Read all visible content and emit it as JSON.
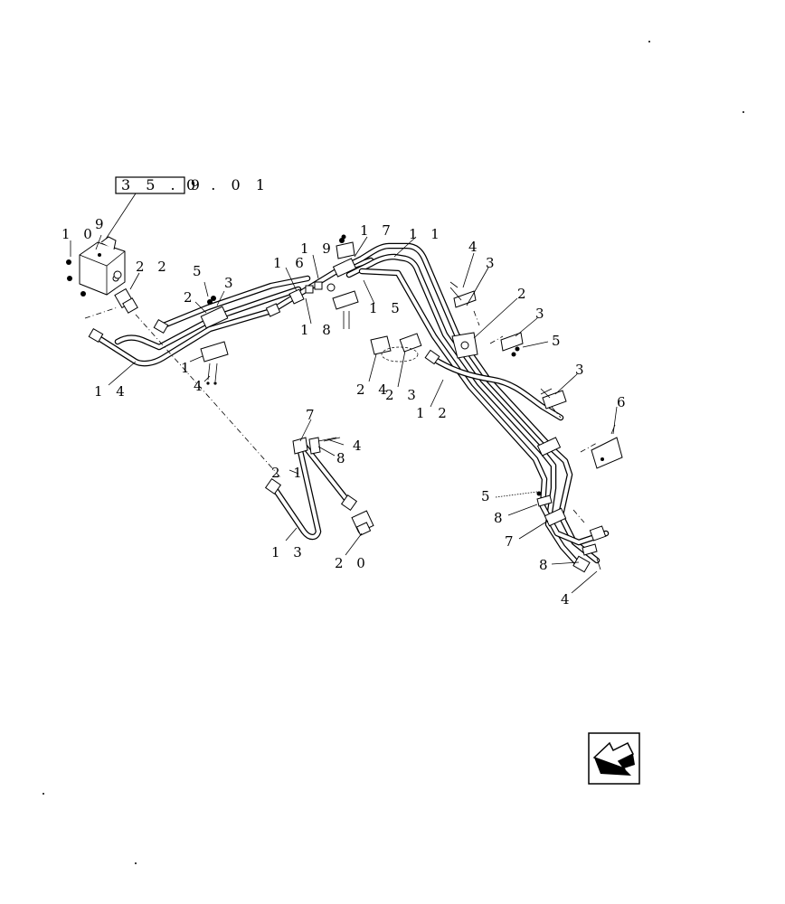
{
  "reference_box": {
    "boxed": "3 5 . 9",
    "suffix": "0 . 0 1"
  },
  "callouts": {
    "c10": "1 0",
    "c9": "9",
    "c22": "2 2",
    "c5a": "5",
    "c3a": "3",
    "c2a": "2",
    "c1": "1",
    "c4a": "4",
    "c14": "1 4",
    "c16": "1 6",
    "c19": "1 9",
    "c18": "1 8",
    "c17": "1 7",
    "c11": "1 1",
    "c15": "1 5",
    "c24": "2 4",
    "c23": "2 3",
    "c12": "1 2",
    "c4b": "4",
    "c3b": "3",
    "c2b": "2",
    "c3c": "3",
    "c5b": "5",
    "c3d": "3",
    "c6": "6",
    "c7a": "7",
    "c4c": "4",
    "c8a": "8",
    "c21": "2 1",
    "c13": "1 3",
    "c20": "2 0",
    "c5c": "5",
    "c8b": "8",
    "c7b": "7",
    "c8c": "8",
    "c4d": "4"
  },
  "nav_icon": "back-arrow-icon"
}
